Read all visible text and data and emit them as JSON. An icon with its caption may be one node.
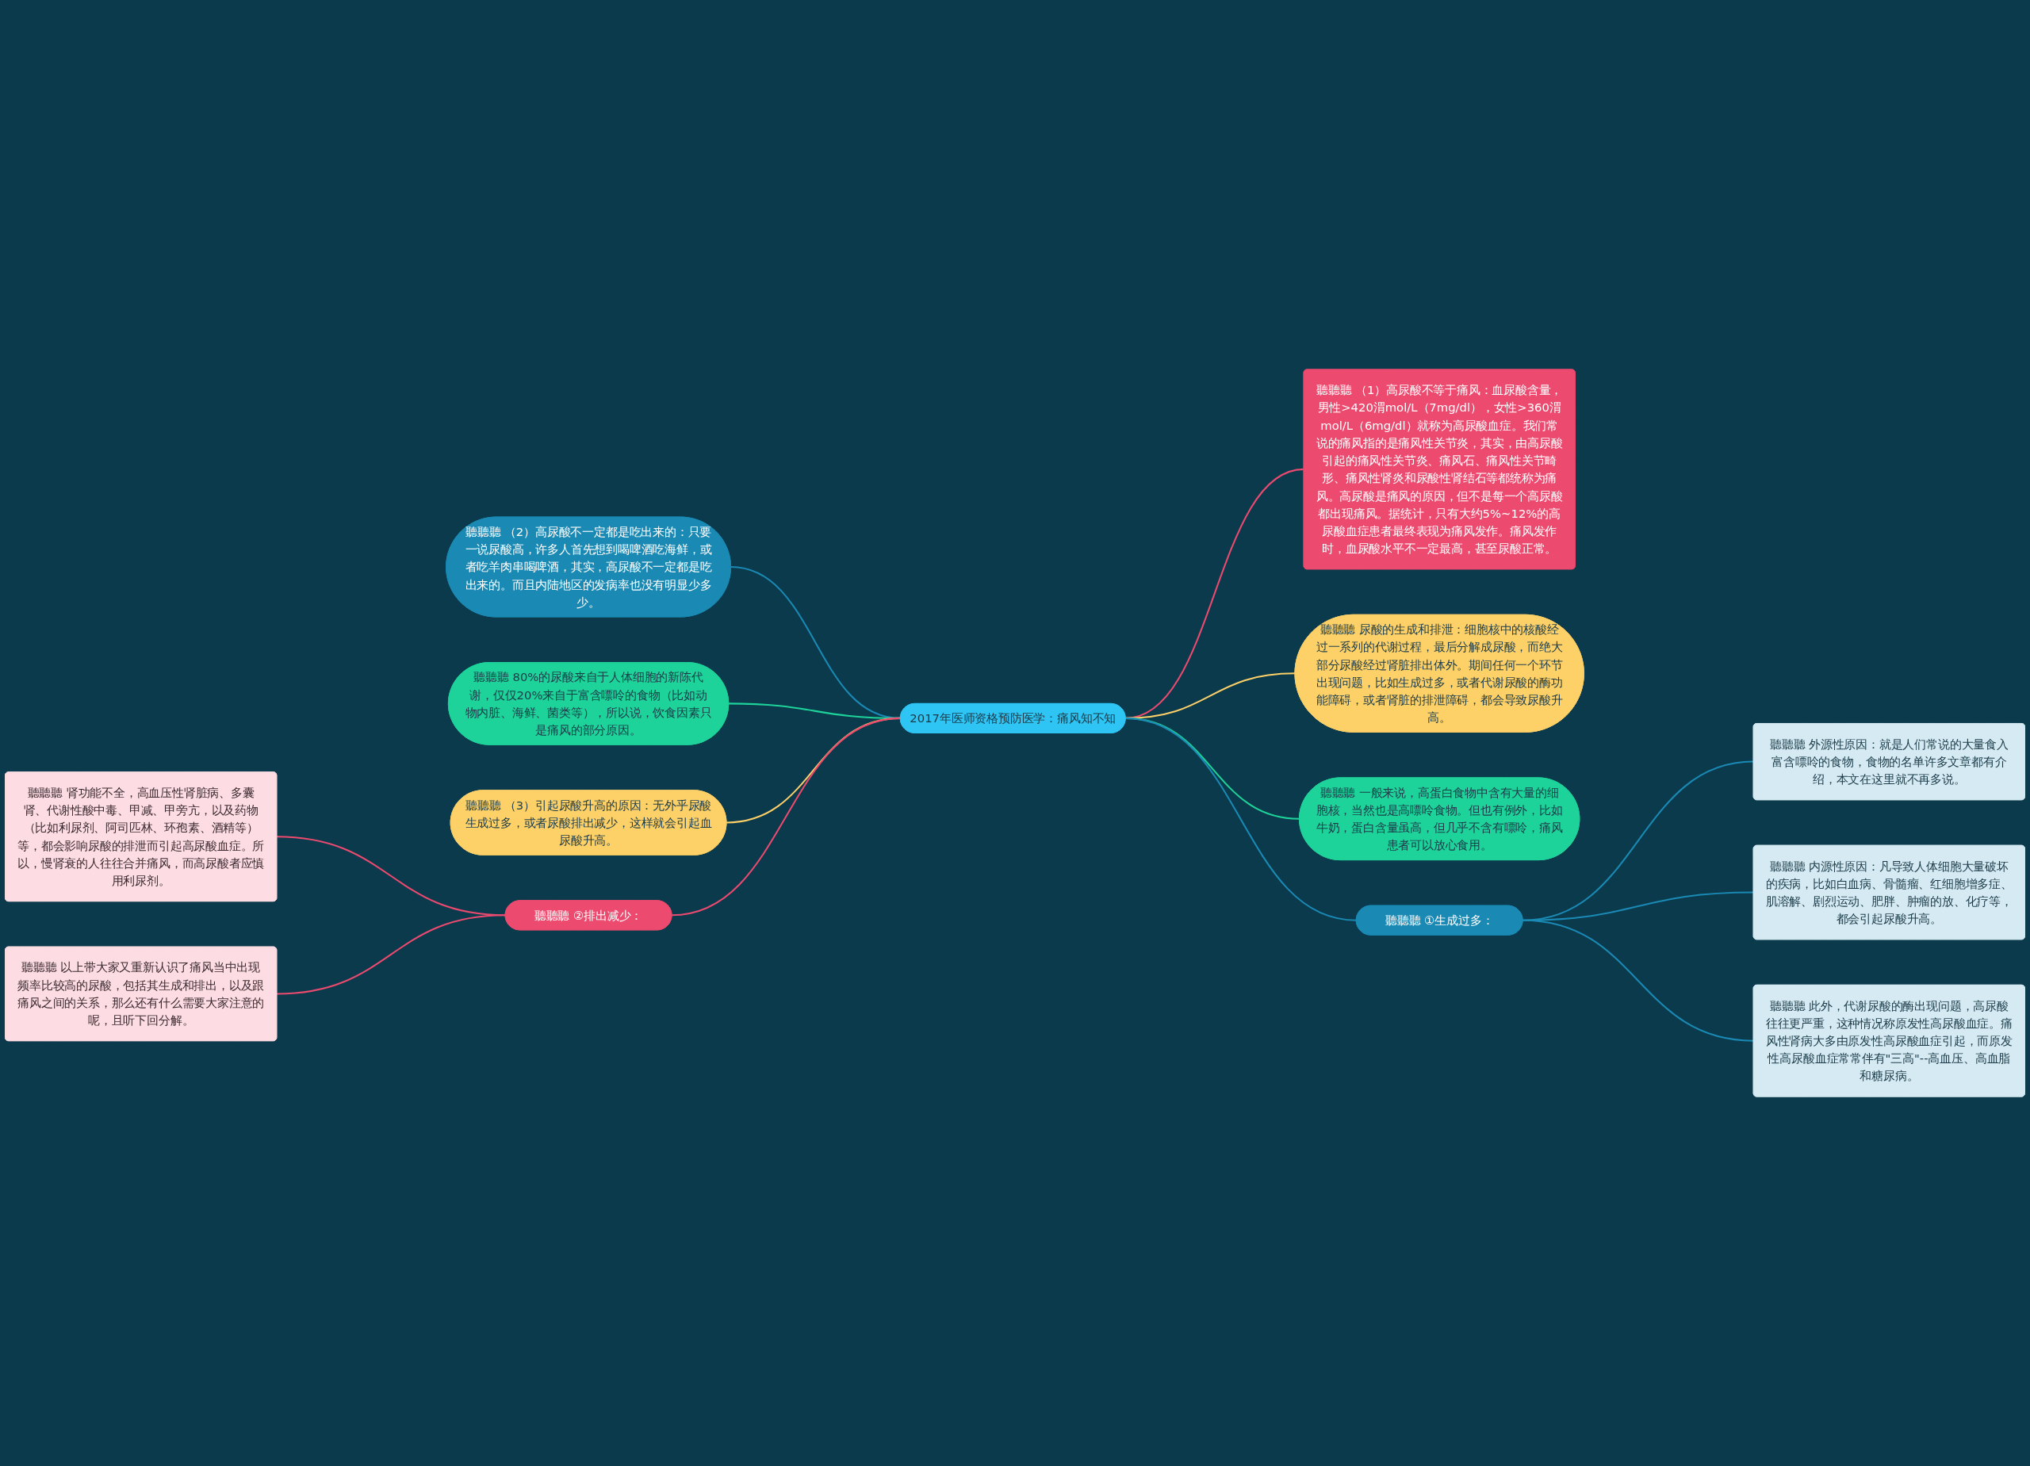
{
  "diagram": {
    "nodes": [
      {
        "text": [
          "2017年医师资格预防医学：痛风知不知"
        ]
      },
      {
        "text": [
          "聽聽聽 （2）高尿酸不一定都是吃出来的：只要一说尿酸高，许多人首先想到喝啤酒吃海鲜，或者吃羊肉串喝啤酒，其实，高尿酸不一定都是吃出来的。而且内陆地区的发病率也没有明显少多少。"
        ]
      },
      {
        "text": [
          "聽聽聽 80%的尿酸来自于人体细胞的新陈代谢，仅仅20%来自于富含嘌呤的食物（比如动物内脏、海鲜、菌类等），所以说，饮食因素只是痛风的部分原因。"
        ]
      },
      {
        "text": [
          "聽聽聽 （3）引起尿酸升高的原因：无外乎尿酸生成过多，或者尿酸排出减少，这样就会引起血尿酸升高。"
        ]
      },
      {
        "text": [
          "聽聽聽 ②排出减少："
        ]
      },
      {
        "text": [
          "聽聽聽 肾功能不全，高血压性肾脏病、多囊肾、代谢性酸中毒、甲减、甲旁亢，以及药物（比如利尿剂、阿司匹林、环孢素、酒精等）等，都会影响尿酸的排泄而引起高尿酸血症。所以，慢肾衰的人往往合并痛风，而高尿酸者应慎用利尿剂。"
        ]
      },
      {
        "text": [
          "聽聽聽 以上带大家又重新认识了痛风当中出现频率比较高的尿酸，包括其生成和排出，以及跟痛风之间的关系，那么还有什么需要大家注意的呢，且听下回分解。"
        ]
      },
      {
        "text": [
          "聽聽聽 （1）高尿酸不等于痛风：血尿酸含量，男性>420渭mol/L（7mg/dl），女性>360渭mol/L（6mg/dl）就称为高尿酸血症。我们常说的痛风指的是痛风性关节炎，其实，由高尿酸引起的痛风性关节炎、痛风石、痛风性关节畸形、痛风性肾炎和尿酸性肾结石等都统称为痛风。高尿酸是痛风的原因，但不是每一个高尿酸都出现痛风。据统计，只有大约5%~12%的高尿酸血症患者最终表现为痛风发作。痛风发作时，血尿酸水平不一定最高，甚至尿酸正常。"
        ]
      },
      {
        "text": [
          "聽聽聽 尿酸的生成和排泄：细胞核中的核酸经过一系列的代谢过程，最后分解成尿酸，而绝大部分尿酸经过肾脏排出体外。期间任何一个环节出现问题，比如生成过多，或者代谢尿酸的酶功能障碍，或者肾脏的排泄障碍，都会导致尿酸升高。"
        ]
      },
      {
        "text": [
          "聽聽聽 一般来说，高蛋白食物中含有大量的细胞核，当然也是高嘌呤食物。但也有例外，比如牛奶，蛋白含量虽高，但几乎不含有嘌呤，痛风患者可以放心食用。"
        ]
      },
      {
        "text": [
          "聽聽聽 ①生成过多："
        ]
      },
      {
        "text": [
          "聽聽聽 外源性原因：就是人们常说的大量食入富含嘌呤的食物，食物的名单许多文章都有介绍，本文在这里就不再多说。"
        ]
      },
      {
        "text": [
          "聽聽聽 内源性原因：凡导致人体细胞大量破坏的疾病，比如白血病、骨髓瘤、红细胞增多症、肌溶解、剧烈运动、肥胖、肿瘤的放、化疗等，都会引起尿酸升高。"
        ]
      },
      {
        "text": [
          "聽聽聽 此外，代谢尿酸的酶出现问题，高尿酸往往更严重，这种情况称原发性高尿酸血症。痛风性肾病大多由原发性高尿酸血症引起，而原发性高尿酸血症常常伴有\"三高\"--高血压、高血脂和糖尿病。"
        ]
      }
    ],
    "edges": [
      {
        "from": 1,
        "to": 0,
        "arrow": "none",
        "color": "#1a8ab5"
      },
      {
        "from": 2,
        "to": 0,
        "arrow": "none",
        "color": "#1ed39a"
      },
      {
        "from": 3,
        "to": 0,
        "arrow": "none",
        "color": "#fdd068"
      },
      {
        "from": 4,
        "to": 0,
        "arrow": "none",
        "color": "#ec4a6f"
      },
      {
        "from": 5,
        "to": 4,
        "arrow": "none",
        "color": "#ec4a6f"
      },
      {
        "from": 6,
        "to": 4,
        "arrow": "none",
        "color": "#ec4a6f"
      },
      {
        "from": 0,
        "to": 7,
        "arrow": "none",
        "color": "#ec4a6f"
      },
      {
        "from": 0,
        "to": 8,
        "arrow": "none",
        "color": "#fdd068"
      },
      {
        "from": 0,
        "to": 9,
        "arrow": "none",
        "color": "#1ed39a"
      },
      {
        "from": 0,
        "to": 10,
        "arrow": "none",
        "color": "#1a8ab5"
      },
      {
        "from": 10,
        "to": 11,
        "arrow": "none",
        "color": "#1a8ab5"
      },
      {
        "from": 10,
        "to": 12,
        "arrow": "none",
        "color": "#1a8ab5"
      },
      {
        "from": 10,
        "to": 13,
        "arrow": "none",
        "color": "#1a8ab5"
      }
    ]
  }
}
